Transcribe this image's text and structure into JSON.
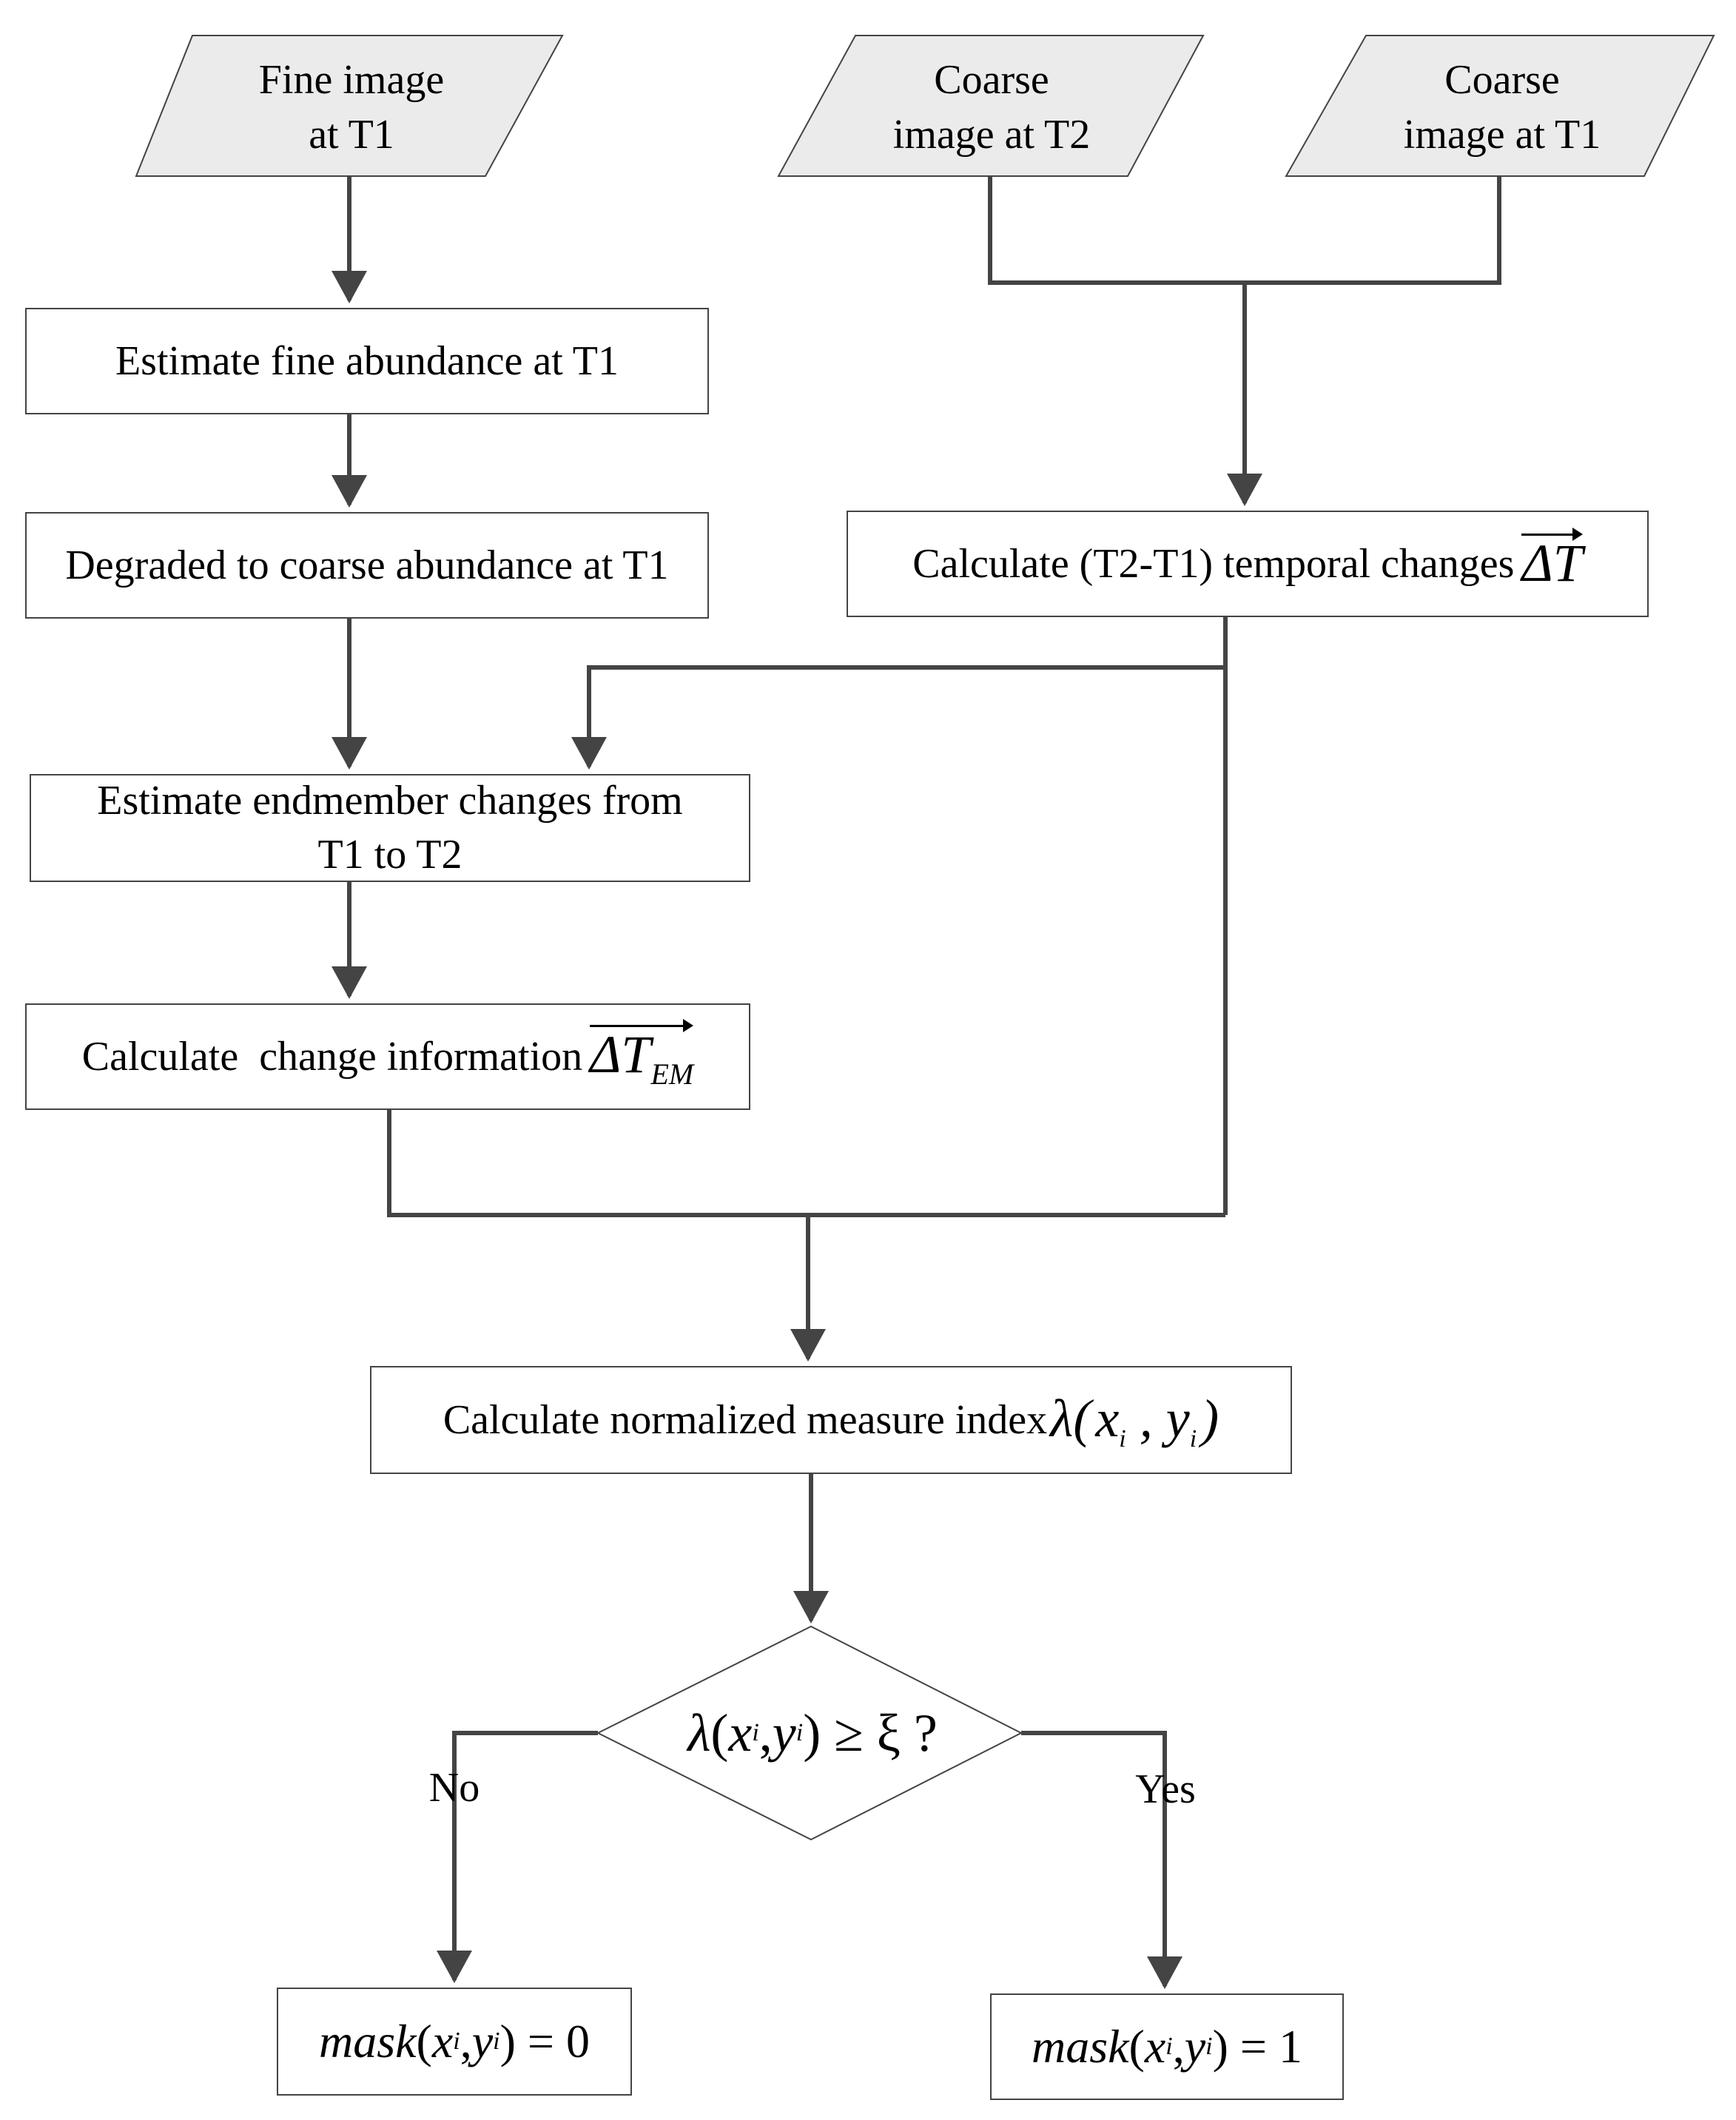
{
  "inputs": {
    "fine_t1": {
      "line1": "Fine image",
      "line2": "at T1"
    },
    "coarse_t2": {
      "line1": "Coarse",
      "line2": "image at T2"
    },
    "coarse_t1": {
      "line1": "Coarse",
      "line2": "image at T1"
    }
  },
  "steps": {
    "estimate_fine": "Estimate fine abundance at T1",
    "degraded": "Degraded to coarse abundance at T1",
    "temporal_changes": "Calculate (T2-T1) temporal changes",
    "temporal_symbol": "ΔT",
    "endmember_line1": "Estimate endmember changes from",
    "endmember_line2": "T1 to T2",
    "change_info": "Calculate  change information",
    "change_symbol": "ΔT",
    "change_symbol_sub": "EM",
    "measure_index": "Calculate normalized measure index",
    "measure_symbol": "λ"
  },
  "decision": {
    "lambda": "λ",
    "op": "≥ ξ ?",
    "no_label": "No",
    "yes_label": "Yes"
  },
  "outputs": {
    "mask_prefix": "mask",
    "mask_no_value": "= 0",
    "mask_yes_value": "= 1"
  },
  "math": {
    "x": "x",
    "y": "y",
    "i": "i"
  },
  "colors": {
    "input_fill": "#ebebeb",
    "line": "#444444",
    "border": "#444444"
  }
}
